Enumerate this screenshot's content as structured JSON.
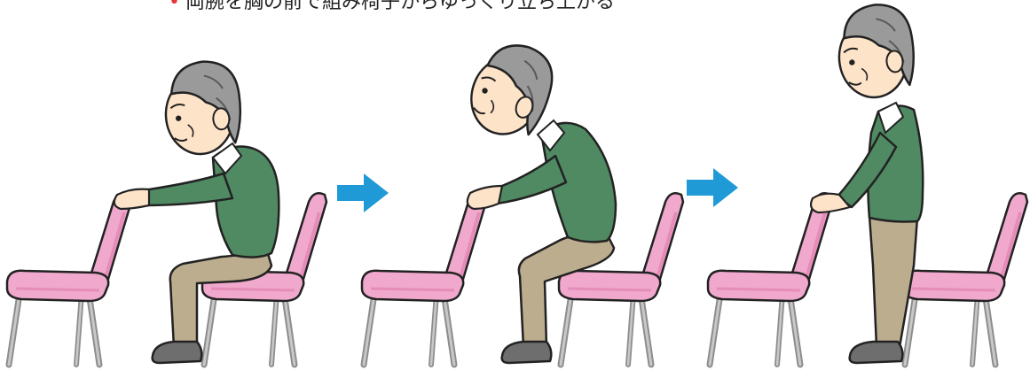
{
  "caption": {
    "bullet": "•",
    "text": "両腕を胸の前で組み椅子からゆっくり立ち上がる"
  },
  "colors": {
    "chair": "#f0a8cc",
    "chair_dark": "#e58cb8",
    "chair_leg": "#b9b9b9",
    "sweater": "#4f8a63",
    "pants": "#bbad8e",
    "skin": "#fde3c8",
    "hair": "#9a9a9a",
    "shoe": "#6e6e6e",
    "arrow": "#1f9ad7",
    "bullet": "#e8343c"
  },
  "steps": [
    {
      "pose": "seated",
      "description_icon": "person-seated"
    },
    {
      "pose": "leaning-forward",
      "description_icon": "person-rising"
    },
    {
      "pose": "standing",
      "description_icon": "person-standing"
    }
  ]
}
